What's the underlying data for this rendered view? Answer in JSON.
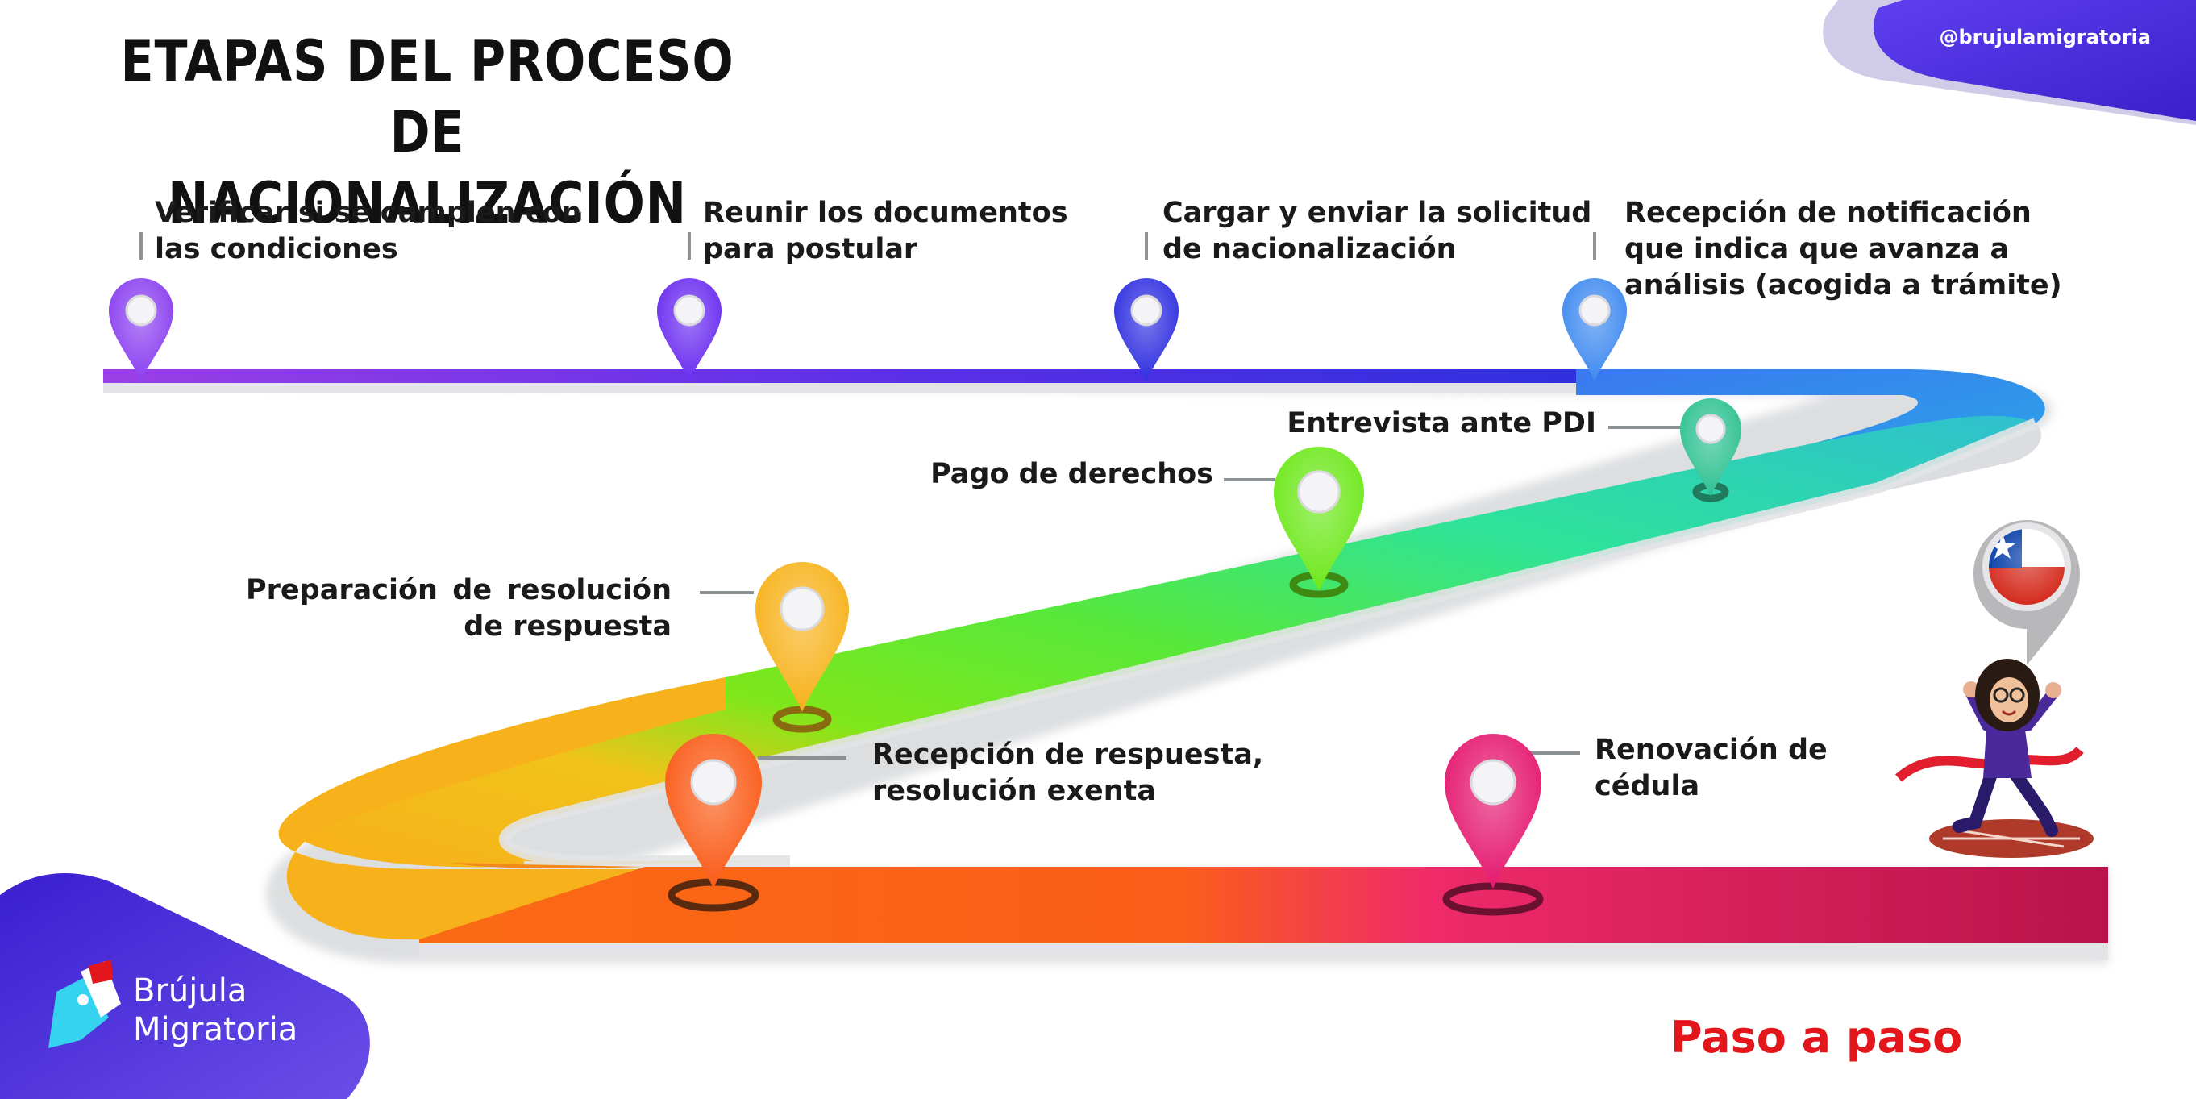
{
  "title": {
    "line1": "ETAPAS DEL PROCESO DE",
    "line2": "NACIONALIZACIÓN"
  },
  "handle": "@brujulamigratoria",
  "tagline": "Paso a paso",
  "brand": {
    "line1": "Brújula",
    "line2": "Migratoria"
  },
  "steps": [
    {
      "text1": "Verificar si se cumplen con",
      "text2": "las condiciones",
      "color": "#8a3ff0"
    },
    {
      "text1": "Reunir los documentos",
      "text2": "para postular",
      "color": "#6a2cf0"
    },
    {
      "text1": "Cargar y enviar la solicitud",
      "text2": "de nacionalización",
      "color": "#2f2fe0"
    },
    {
      "text1": "Recepción de notificación",
      "text2": "que indica que avanza a",
      "text3": "análisis (acogida a trámite)",
      "color": "#3f8af0"
    },
    {
      "text1": "Entrevista ante PDI",
      "color": "#2ec191"
    },
    {
      "text1": "Pago de derechos",
      "color": "#6de81a"
    },
    {
      "text1": "Preparación de resolución",
      "text2": "de respuesta",
      "color": "#f7b21b"
    },
    {
      "text1": "Recepción de respuesta,",
      "text2": "resolución exenta",
      "color": "#fa5a16"
    },
    {
      "text1": "Renovación de",
      "text2": "cédula",
      "color": "#e5186f"
    }
  ],
  "colors": {
    "brand_purple": "#4a2ee0",
    "brand_light": "#c9c6ea",
    "tagline": "#e3171b",
    "flag_red": "#d52b1e",
    "flag_blue": "#0039a6"
  }
}
